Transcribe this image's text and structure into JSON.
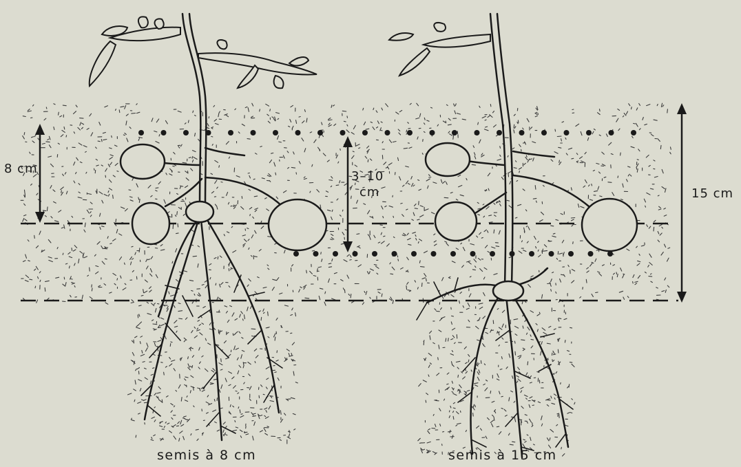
{
  "labels": {
    "left_depth": "8 cm",
    "middle_range_line1": "3–10",
    "middle_range_line2": "cm",
    "right_depth": "15 cm"
  },
  "captions": {
    "left": "semis à 8 cm",
    "right": "semis à 15 cm"
  },
  "colors": {
    "background": "#dcdcd0",
    "ink": "#1a1a1a"
  }
}
